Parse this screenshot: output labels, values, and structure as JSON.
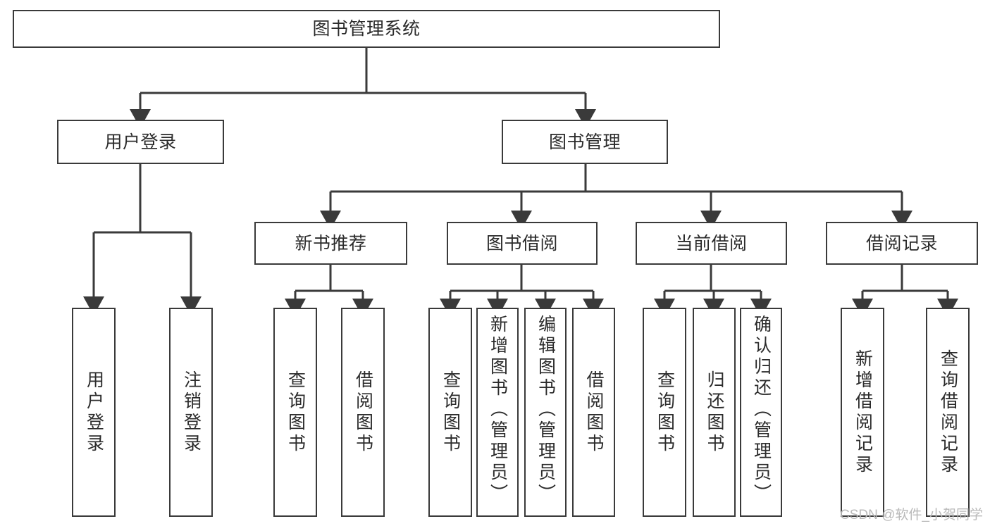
{
  "diagram": {
    "title": "图书管理系统",
    "type": "tree-hierarchy-diagram",
    "watermark": "CSDN @软件_小贺同学",
    "colors": {
      "box_border": "#3a3a3a",
      "box_fill": "#ffffff",
      "edge": "#3a3a3a",
      "text": "#2b2b2b",
      "watermark": "#b9b9b9",
      "background": "#ffffff"
    },
    "root": {
      "label": "图书管理系统"
    },
    "level2": [
      {
        "label": "用户登录"
      },
      {
        "label": "图书管理"
      }
    ],
    "user_login_leaves": [
      {
        "label": "用户登录"
      },
      {
        "label": "注销登录"
      }
    ],
    "level3": [
      {
        "label": "新书推荐"
      },
      {
        "label": "图书借阅"
      },
      {
        "label": "当前借阅"
      },
      {
        "label": "借阅记录"
      }
    ],
    "new_book_leaves": [
      {
        "label": "查询图书"
      },
      {
        "label": "借阅图书"
      }
    ],
    "borrow_leaves": [
      {
        "label": "查询图书"
      },
      {
        "label": "新增图书（管理员）"
      },
      {
        "label": "编辑图书（管理员）"
      },
      {
        "label": "借阅图书"
      }
    ],
    "current_leaves": [
      {
        "label": "查询图书"
      },
      {
        "label": "归还图书"
      },
      {
        "label": "确认归还（管理员）"
      }
    ],
    "record_leaves": [
      {
        "label": "新增借阅记录"
      },
      {
        "label": "查询借阅记录"
      }
    ]
  }
}
